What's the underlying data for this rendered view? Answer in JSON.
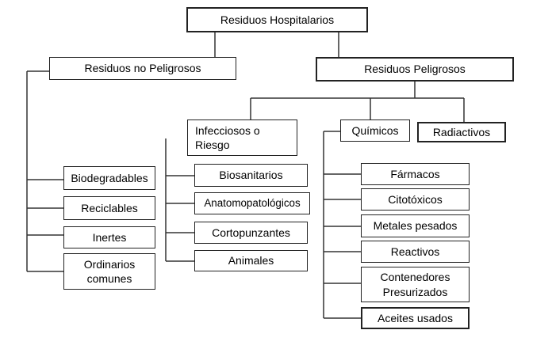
{
  "diagram": {
    "root": "Residuos Hospitalarios",
    "non_hazardous": {
      "title": "Residuos no Peligrosos",
      "items": [
        "Biodegradables",
        "Reciclables",
        "Inertes",
        "Ordinarios\ncomunes"
      ]
    },
    "hazardous": {
      "title": "Residuos Peligrosos",
      "infectious": {
        "title": "Infecciosos o\nRiesgo",
        "items": [
          "Biosanitarios",
          "Anatomopatológicos",
          "Cortopunzantes",
          "Animales"
        ]
      },
      "chemical": {
        "title": "Químicos",
        "items": [
          "Fármacos",
          "Citotóxicos",
          "Metales pesados",
          "Reactivos",
          "Contenedores\nPresurizados",
          "Aceites usados"
        ]
      },
      "radioactive": {
        "title": "Radiactivos"
      }
    }
  },
  "colors": {
    "line": "#333333",
    "border": "#222222",
    "background": "#ffffff"
  }
}
